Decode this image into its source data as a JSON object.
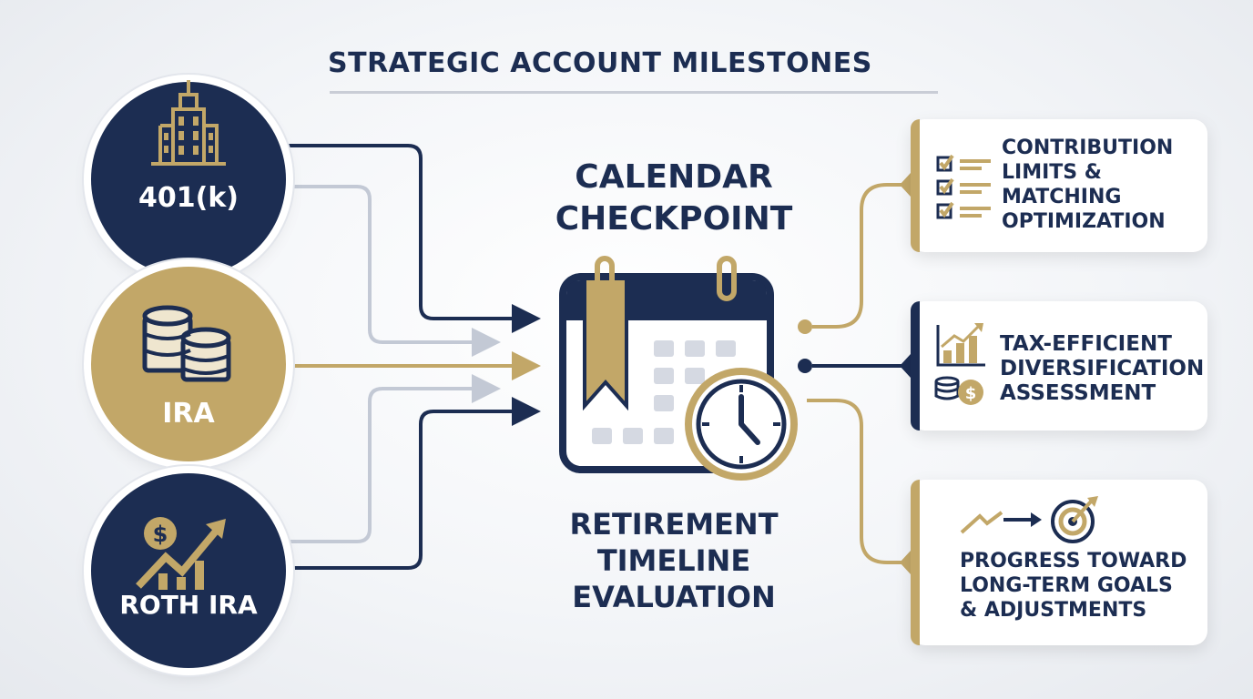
{
  "title": "STRATEGIC ACCOUNT MILESTONES",
  "accounts": [
    {
      "label": "401(k)",
      "icon": "building-icon"
    },
    {
      "label": "IRA",
      "icon": "coins-icon"
    },
    {
      "label": "ROTH IRA",
      "icon": "growth-chart-icon"
    }
  ],
  "center": {
    "title_line1": "CALENDAR",
    "title_line2": "CHECKPOINT",
    "icon": "calendar-clock-icon",
    "subtitle_line1": "RETIREMENT",
    "subtitle_line2": "TIMELINE",
    "subtitle_line3": "EVALUATION"
  },
  "cards": [
    {
      "lines": [
        "CONTRIBUTION",
        "LIMITS &",
        "MATCHING",
        "OPTIMIZATION"
      ],
      "icon": "checklist-icon"
    },
    {
      "lines": [
        "TAX-EFFICIENT",
        "DIVERSIFICATION",
        "ASSESSMENT"
      ],
      "icon": "bar-chart-dollar-icon"
    },
    {
      "lines": [
        "PROGRESS TOWARD",
        "LONG-TERM GOALS",
        "& ADJUSTMENTS"
      ],
      "icon": "target-arrow-icon"
    }
  ],
  "colors": {
    "navy": "#1c2d52",
    "gold": "#c2a768",
    "light_gray": "#c3c9d5"
  }
}
